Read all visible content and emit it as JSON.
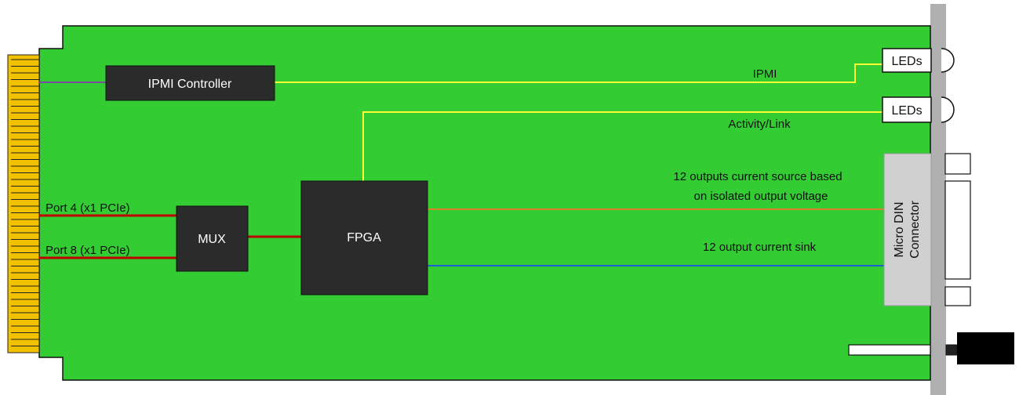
{
  "colors": {
    "board": "#33cc33",
    "chip": "#2b2b2b",
    "gold": "#f2c200",
    "ipmi_line": "#ffff33",
    "pcie_line": "#c00000",
    "source_line": "#d9822b",
    "sink_line": "#1f5fd6",
    "panel": "#b0b0b0"
  },
  "chips": {
    "ipmi": "IPMI Controller",
    "mux": "MUX",
    "fpga": "FPGA"
  },
  "leds": {
    "top": "LEDs",
    "middle": "LEDs"
  },
  "signals": {
    "ipmi": "IPMI",
    "activity": "Activity/Link",
    "port4": "Port 4 (x1 PCIe)",
    "port8": "Port 8 (x1 PCIe)",
    "source_line1": "12 outputs current source based",
    "source_line2": "on isolated output voltage",
    "sink": "12 output current sink"
  },
  "connector": {
    "line1": "Micro DIN",
    "line2": "Connector"
  }
}
